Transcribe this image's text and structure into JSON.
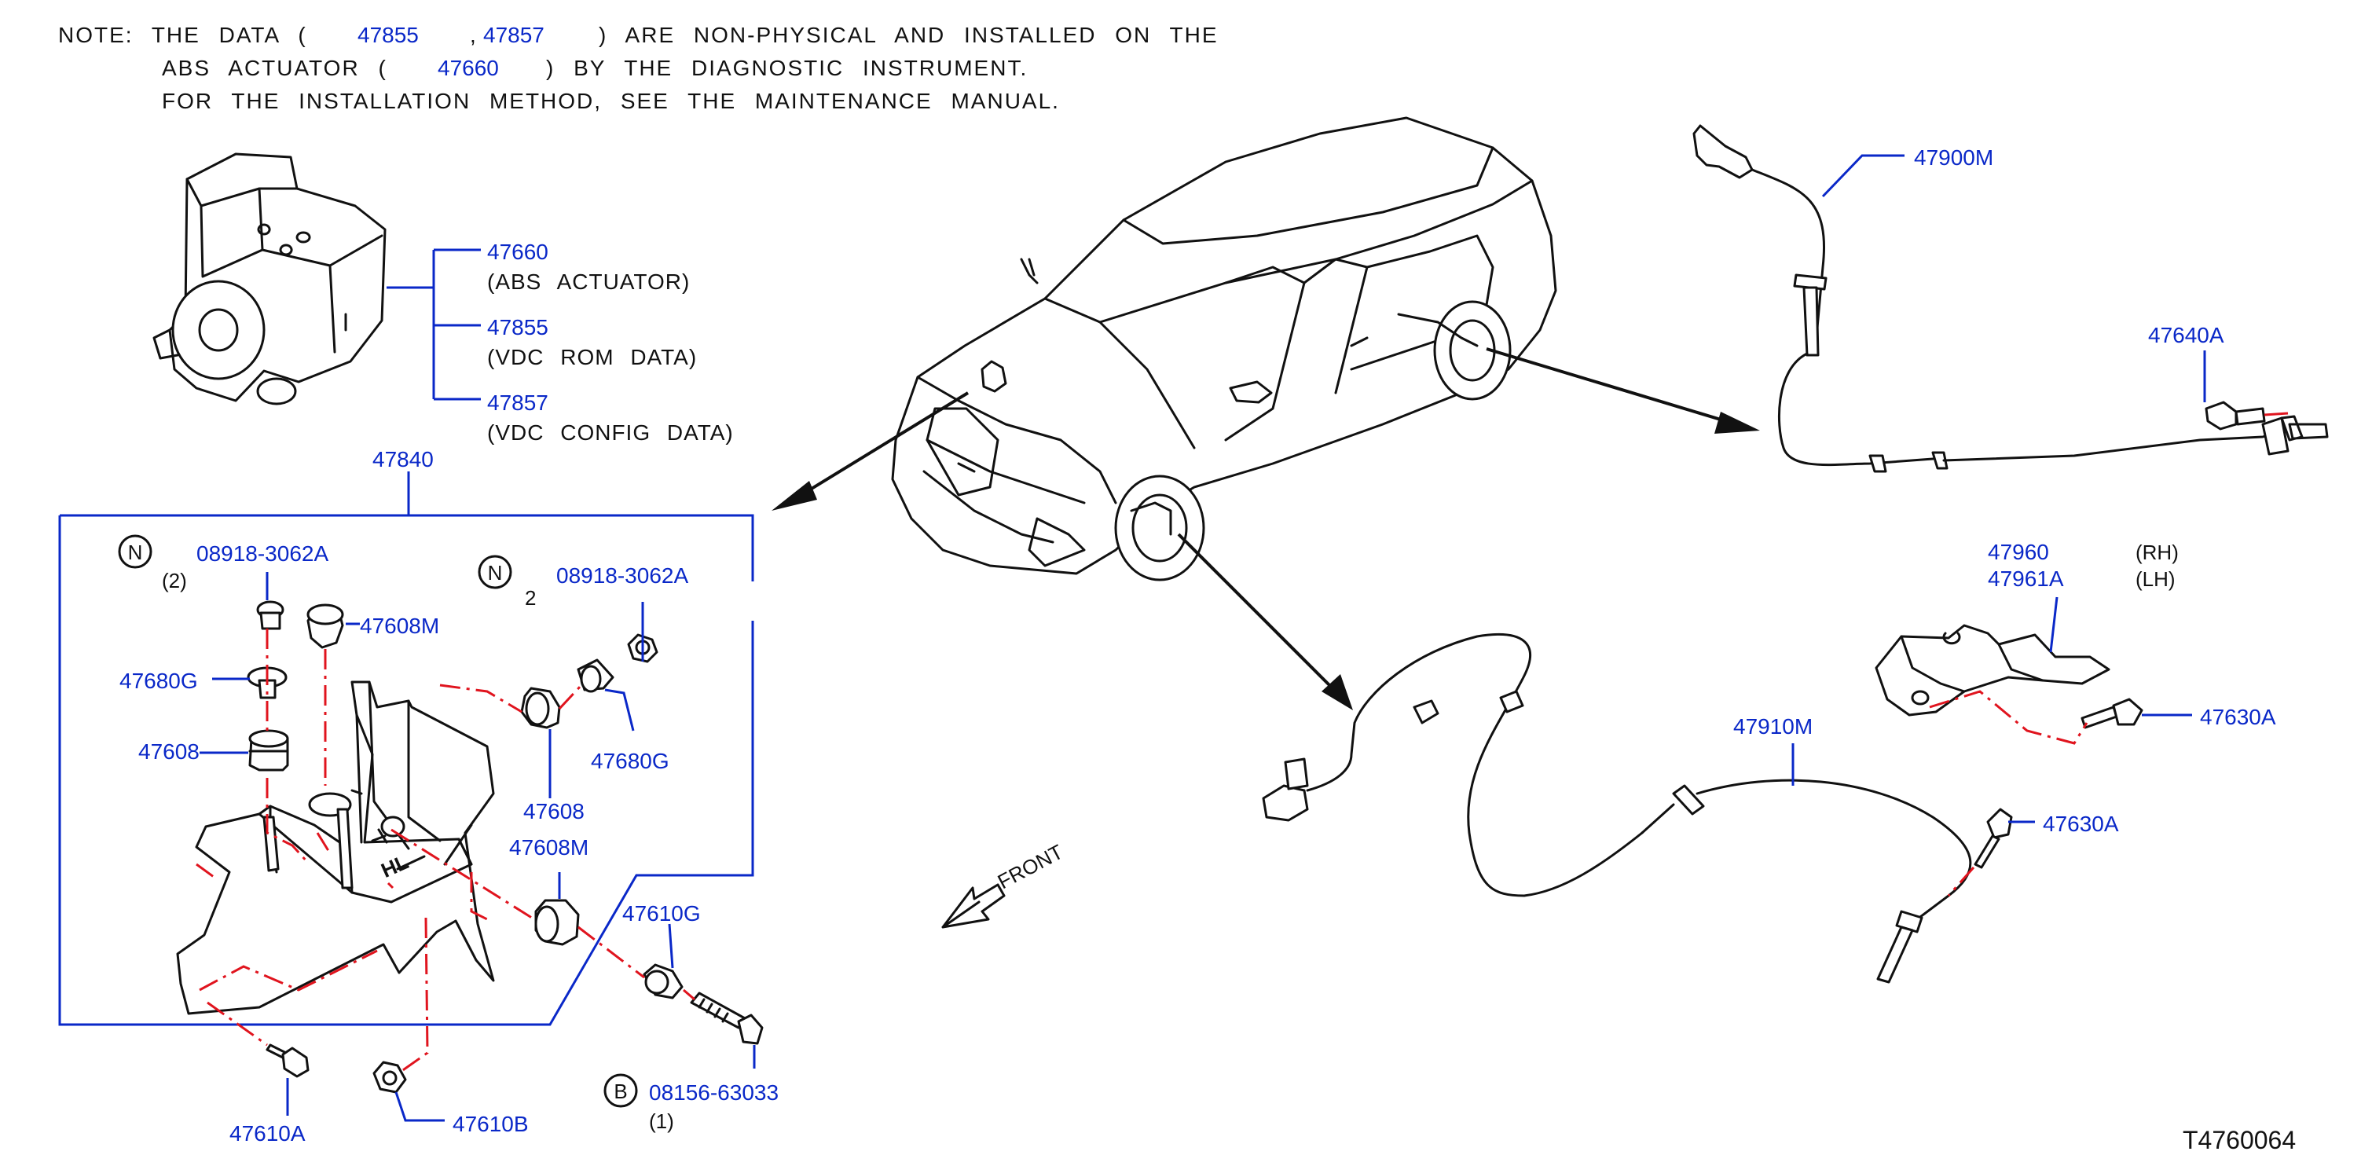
{
  "note": {
    "prefix": "NOTE:  THE  DATA  (",
    "ref1": "47855",
    "comma": ",",
    "ref2": "47857",
    "rest1": ")  ARE  NON-PHYSICAL  AND  INSTALLED  ON  THE",
    "line2a": "ABS  ACTUATOR  (",
    "ref3": "47660",
    "line2b": ")  BY  THE  DIAGNOSTIC  INSTRUMENT.",
    "line3": "FOR  THE  INSTALLATION  METHOD,  SEE  THE  MAINTENANCE  MANUAL."
  },
  "actuator_group": {
    "p1": "47660",
    "p1_desc": "(ABS   ACTUATOR)",
    "p2": "47855",
    "p2_desc": "(VDC   ROM   DATA)",
    "p3": "47857",
    "p3_desc": "(VDC   CONFIG   DATA)"
  },
  "bracket_group": {
    "frame_label": "47840",
    "nut_a_badge": "N",
    "nut_a": "08918-3062A",
    "nut_a_qty": "(2)",
    "nut_b_badge": "N",
    "nut_b": "08918-3062A",
    "nut_b_qty": "2",
    "grommet_top": "47608M",
    "collar_left": "47680G",
    "grommet_left": "47608",
    "grommet_right": "47608",
    "collar_right": "47680G",
    "grommet_lower": "47608M",
    "collar_lower": "47610G",
    "bolt_b_badge": "B",
    "bolt_b": "08156-63033",
    "bolt_b_qty": "(1)",
    "bolt_a": "47610A",
    "nut_c": "47610B"
  },
  "front_label": "FRONT",
  "rear_sensor": {
    "sensor": "47900M",
    "bolt": "47640A"
  },
  "front_sensor": {
    "bracket_rh": "47960",
    "rh": "(RH)",
    "bracket_lh": "47961A",
    "lh": "(LH)",
    "bracket_bolt": "47630A",
    "sensor": "47910M",
    "sensor_bolt": "47630A"
  },
  "diagram_code": "T4760064",
  "colors": {
    "label": "#0a28c8",
    "leader": "#0a28c8",
    "install_line": "#e0141e",
    "drawing": "#111111"
  }
}
